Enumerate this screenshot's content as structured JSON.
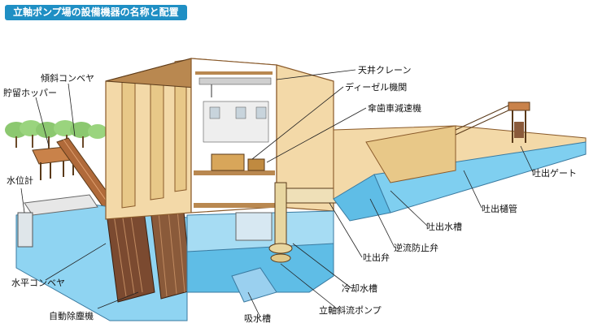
{
  "title": "立軸ポンプ場の設備機器の名称と配置",
  "labels": {
    "crane": "天井クレーン",
    "diesel": "ディーゼル機関",
    "gear": "傘歯車減速機",
    "hopper": "貯留ホッパー",
    "inclined_conveyor": "傾斜コンベヤ",
    "water_gauge": "水位計",
    "horizontal_conveyor": "水平コンベヤ",
    "screen_cleaner": "自動除塵機",
    "intake_tank": "吸水槽",
    "vertical_pump": "立軸斜流ポンプ",
    "cooling_tank": "冷却水槽",
    "discharge_valve": "吐出弁",
    "check_valve": "逆流防止弁",
    "discharge_tank": "吐出水槽",
    "discharge_pipe": "吐出樋管",
    "discharge_gate": "吐出ゲート"
  },
  "colors": {
    "title_bg": "#1f8fc4",
    "building_tan": "#f3d9a8",
    "building_brown": "#b98850",
    "water_blue": "#66c4ec",
    "pipe_cream": "#efe0b8",
    "screen_brown": "#8a5a3a",
    "tree_green": "#8cc870"
  }
}
